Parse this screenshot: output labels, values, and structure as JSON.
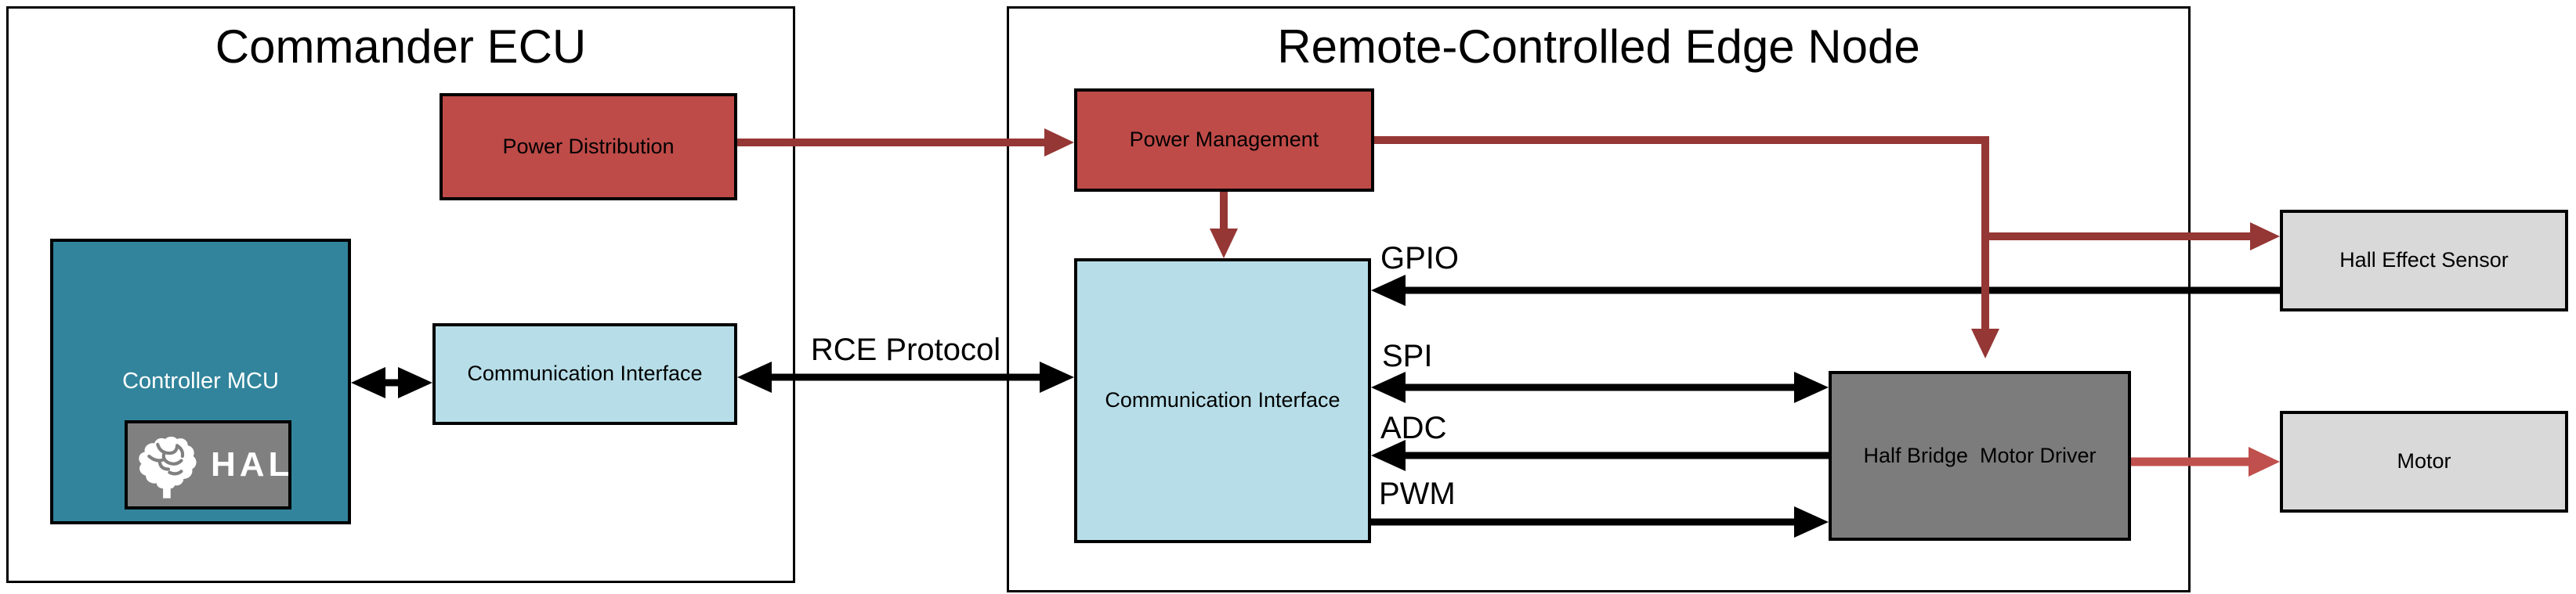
{
  "commander": {
    "title": "Commander ECU",
    "power_distribution": "Power Distribution",
    "controller_mcu": "Controller MCU",
    "hal": "HAL",
    "comm_interface": "Communication Interface"
  },
  "edge_node": {
    "title": "Remote-Controlled Edge Node",
    "power_management": "Power Management",
    "comm_interface": "Communication Interface",
    "half_bridge": "Half Bridge  Motor Driver"
  },
  "external": {
    "hall_sensor": "Hall Effect Sensor",
    "motor": "Motor"
  },
  "bus_labels": {
    "rce_protocol": "RCE Protocol",
    "gpio": "GPIO",
    "spi": "SPI",
    "adc": "ADC",
    "pwm": "PWM"
  },
  "colors": {
    "power_red": "#BE4B48",
    "power_line_dark_red": "#953735",
    "motor_arrow_red": "#C0504D",
    "mcu_teal": "#31849B",
    "comm_blue": "#B7DEE8",
    "hal_gray": "#808080",
    "driver_gray": "#7C7C7C",
    "external_gray": "#D9D9D9",
    "signal_black": "#000000"
  }
}
